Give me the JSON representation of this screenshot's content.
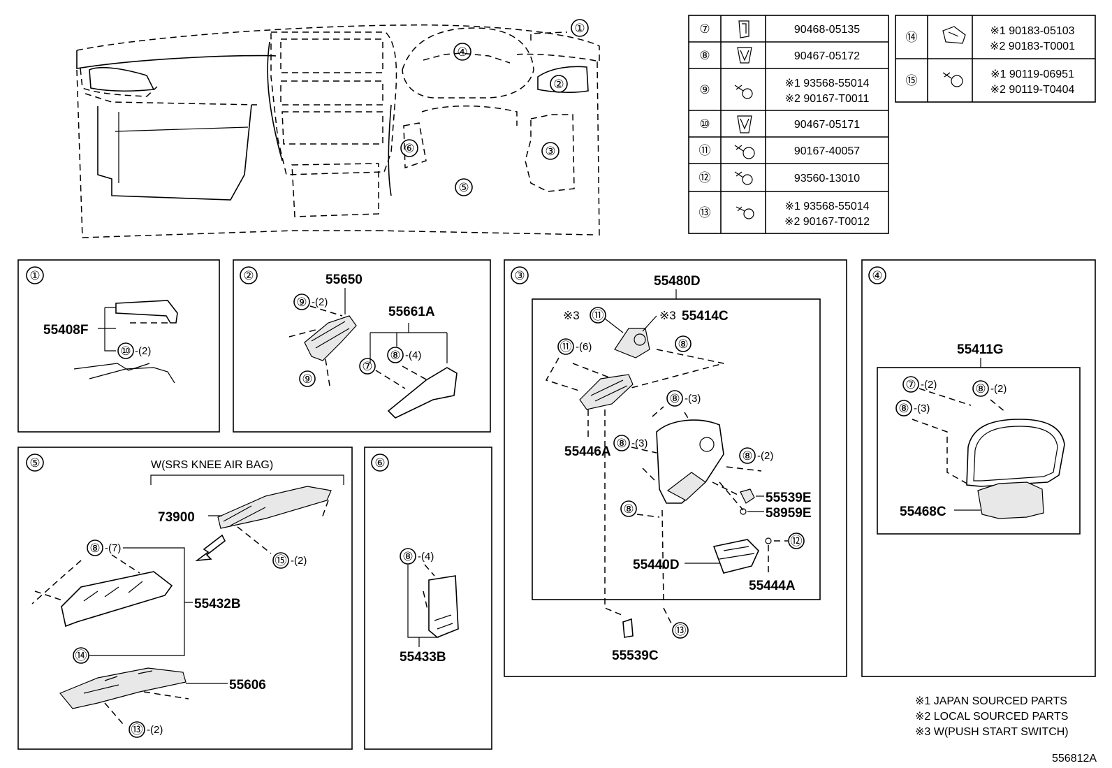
{
  "diagram_id": "556812A",
  "fastener_table_left": [
    {
      "ref": "⑦",
      "parts": [
        "90468-05135"
      ]
    },
    {
      "ref": "⑧",
      "parts": [
        "90467-05172"
      ]
    },
    {
      "ref": "⑨",
      "parts": [
        "※1 93568-55014",
        "※2 90167-T0011"
      ]
    },
    {
      "ref": "⑩",
      "parts": [
        "90467-05171"
      ]
    },
    {
      "ref": "⑪",
      "parts": [
        "90167-40057"
      ]
    },
    {
      "ref": "⑫",
      "parts": [
        "93560-13010"
      ]
    },
    {
      "ref": "⑬",
      "parts": [
        "※1 93568-55014",
        "※2 90167-T0012"
      ]
    }
  ],
  "fastener_table_right": [
    {
      "ref": "⑭",
      "parts": [
        "※1 90183-05103",
        "※2 90183-T0001"
      ]
    },
    {
      "ref": "⑮",
      "parts": [
        "※1 90119-06951",
        "※2 90119-T0404"
      ]
    }
  ],
  "overview_callouts": [
    "①",
    "②",
    "③",
    "④",
    "⑤",
    "⑥"
  ],
  "panels": {
    "p1": {
      "num": "①",
      "parts": [
        "55408F"
      ],
      "callouts": [
        "⑩"
      ],
      "qty": [
        "-(2)"
      ]
    },
    "p2": {
      "num": "②",
      "parts": [
        "55650",
        "55661A"
      ],
      "callouts": [
        "⑨",
        "⑨",
        "⑧",
        "⑦"
      ],
      "qty": [
        "-(2)",
        "-(4)"
      ]
    },
    "p3": {
      "num": "③",
      "parts": [
        "55480D",
        "55414C",
        "55446A",
        "55539E",
        "58959E",
        "55440D",
        "55444A",
        "55539C"
      ],
      "callouts": [
        "⑪",
        "⑪",
        "⑧",
        "⑧",
        "⑧",
        "⑧",
        "⑧",
        "⑫",
        "⑬"
      ],
      "qty": [
        "-(6)",
        "-(3)",
        "-(3)",
        "-(2)"
      ],
      "marks": [
        "※3",
        "※3"
      ]
    },
    "p4": {
      "num": "④",
      "parts": [
        "55411G",
        "55468C"
      ],
      "callouts": [
        "⑦",
        "⑧",
        "⑧"
      ],
      "qty": [
        "-(2)",
        "-(2)",
        "-(3)"
      ]
    },
    "p5": {
      "num": "⑤",
      "parts": [
        "73900",
        "55432B",
        "55606"
      ],
      "callouts": [
        "⑮",
        "⑧",
        "⑭",
        "⑬"
      ],
      "qty": [
        "-(2)",
        "-(7)",
        "-(2)"
      ],
      "condition": "W(SRS KNEE AIR BAG)"
    },
    "p6": {
      "num": "⑥",
      "parts": [
        "55433B"
      ],
      "callouts": [
        "⑧"
      ],
      "qty": [
        "-(4)"
      ]
    }
  },
  "notes": [
    "※1 JAPAN SOURCED PARTS",
    "※2 LOCAL SOURCED PARTS",
    "※3 W(PUSH START SWITCH)"
  ]
}
